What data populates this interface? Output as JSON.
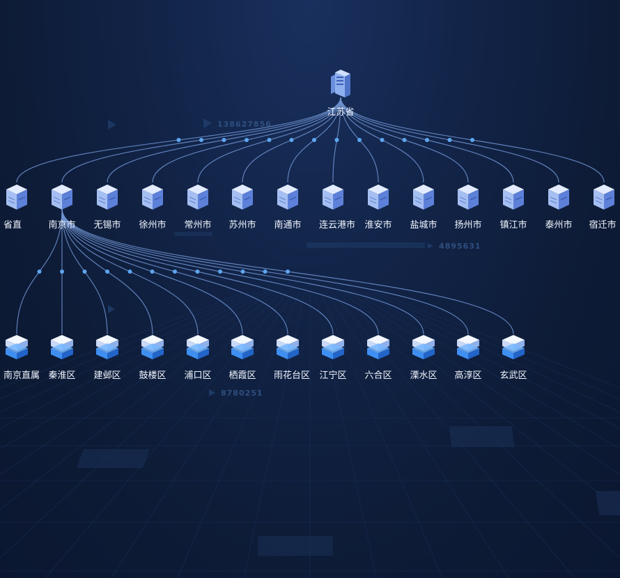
{
  "root": {
    "label": "江苏省"
  },
  "cities": [
    {
      "label": "省直"
    },
    {
      "label": "南京市"
    },
    {
      "label": "无锡市"
    },
    {
      "label": "徐州市"
    },
    {
      "label": "常州市"
    },
    {
      "label": "苏州市"
    },
    {
      "label": "南通市"
    },
    {
      "label": "连云港市"
    },
    {
      "label": "淮安市"
    },
    {
      "label": "盐城市"
    },
    {
      "label": "扬州市"
    },
    {
      "label": "镇江市"
    },
    {
      "label": "泰州市"
    },
    {
      "label": "宿迁市"
    }
  ],
  "expanded_city_index": 1,
  "districts": [
    {
      "label": "南京直属"
    },
    {
      "label": "秦淮区"
    },
    {
      "label": "建邺区"
    },
    {
      "label": "鼓楼区"
    },
    {
      "label": "浦口区"
    },
    {
      "label": "栖霞区"
    },
    {
      "label": "雨花台区"
    },
    {
      "label": "江宁区"
    },
    {
      "label": "六合区"
    },
    {
      "label": "溧水区"
    },
    {
      "label": "高淳区"
    },
    {
      "label": "玄武区"
    }
  ],
  "background_numbers": [
    "138627856",
    "4895631",
    "8780251"
  ],
  "colors": {
    "link": "#6f93d0",
    "link_dot": "#5ea6f0",
    "city_cube_top": "#dfe9ff",
    "city_cube_side": "#5b7fd6",
    "district_cube_top": "#f3f7ff",
    "district_cube_side": "#3c8df0"
  }
}
